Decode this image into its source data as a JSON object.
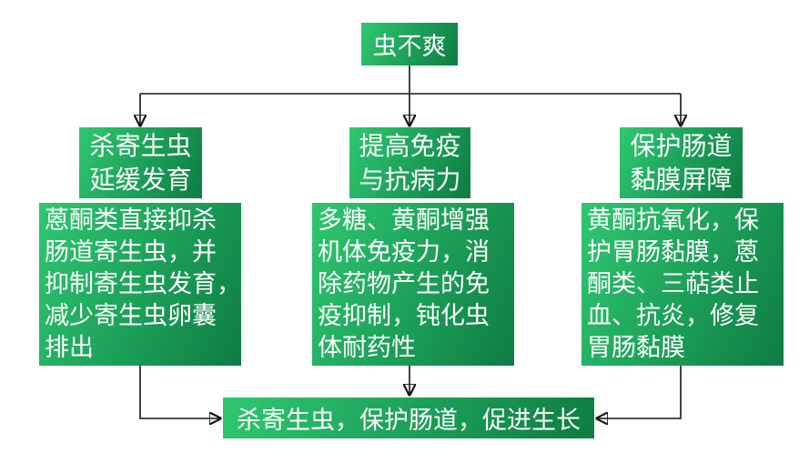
{
  "theme": {
    "canvas_bg": "#ffffff",
    "green_light": "#2ec870",
    "green_dark": "#0d7c43",
    "box_text": "#ffffff",
    "arrow_color": "#141414"
  },
  "root": {
    "label": "虫不爽"
  },
  "branches": [
    {
      "header": "杀寄生虫\n延缓发育",
      "body": "蒽酮类直接抑杀\n肠道寄生虫，并\n抑制寄生虫发育，\n减少寄生虫卵囊\n排出"
    },
    {
      "header": "提高免疫\n与抗病力",
      "body": "多糖、黄酮增强\n机体免疫力，消\n除药物产生的免\n疫抑制，钝化虫\n体耐药性"
    },
    {
      "header": "保护肠道\n黏膜屏障",
      "body": "黄酮抗氧化，保\n护胃肠黏膜，蒽\n酮类、三萜类止\n血、抗炎，修复\n胃肠黏膜"
    }
  ],
  "conclusion": {
    "label": "杀寄生虫，保护肠道，促进生长"
  }
}
